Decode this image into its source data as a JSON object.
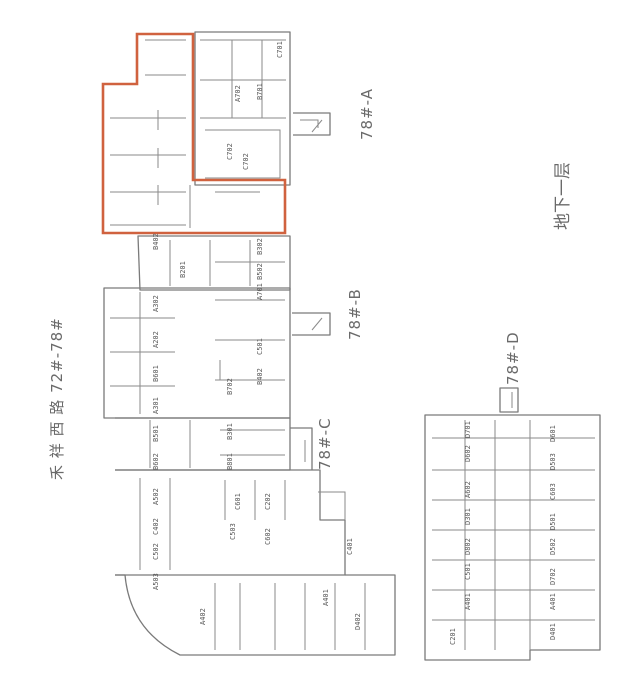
{
  "page": {
    "road_label": "禾 祥 西 路 72#-78#",
    "floor_label": "地下一层"
  },
  "sections": {
    "a": "78#-A",
    "b": "78#-B",
    "c": "78#-C",
    "d": "78#-D"
  },
  "units": [
    "C702",
    "B701",
    "C701",
    "A702",
    "C702",
    "B402",
    "B302",
    "B201",
    "B502",
    "A701",
    "A302",
    "C501",
    "A202",
    "B601",
    "B402",
    "A301",
    "B702",
    "B501",
    "B301",
    "B602",
    "B801",
    "A502",
    "C601",
    "C402",
    "C202",
    "C502",
    "C602",
    "C503",
    "A503",
    "C401",
    "A402",
    "A401",
    "D402",
    "D701",
    "D602",
    "D601",
    "D503",
    "A602",
    "C603",
    "D301",
    "D501",
    "D802",
    "D502",
    "C501",
    "D702",
    "A401",
    "A401",
    "C201",
    "D401"
  ],
  "colors": {
    "wall": "#7a7a7a",
    "highlight": "#d0623f"
  }
}
